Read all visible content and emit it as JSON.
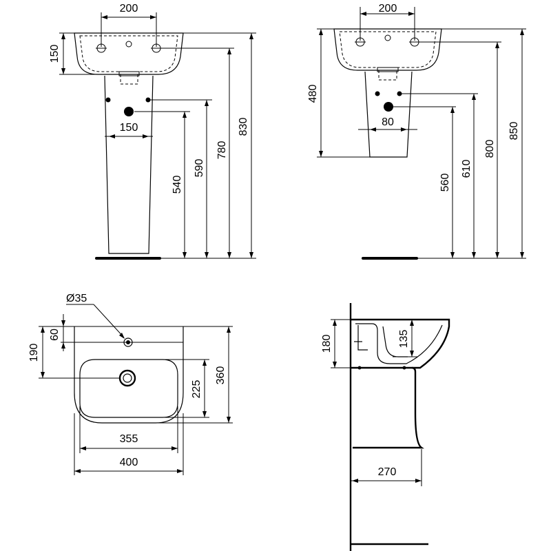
{
  "views": {
    "pedestal_front": {
      "dims": {
        "tap_holes_width": "200",
        "basin_height": "150",
        "pedestal_width": "150",
        "waste_height": "540",
        "supply_height": "590",
        "tap_height": "780",
        "total_height": "830"
      }
    },
    "semi_pedestal_front": {
      "dims": {
        "tap_holes_width": "200",
        "basin_height": "480",
        "shroud_width": "80",
        "waste_height": "560",
        "supply_height": "610",
        "tap_height": "800",
        "total_height": "850"
      }
    },
    "plan": {
      "dims": {
        "tap_hole_diameter": "Ø35",
        "tap_hole_offset": "60",
        "tap_hole_from_wall": "190",
        "bowl_depth": "225",
        "basin_depth": "360",
        "bowl_width": "355",
        "basin_width": "400"
      }
    },
    "side_section": {
      "dims": {
        "basin_height": "180",
        "bowl_depth": "135",
        "projection": "270"
      }
    }
  }
}
